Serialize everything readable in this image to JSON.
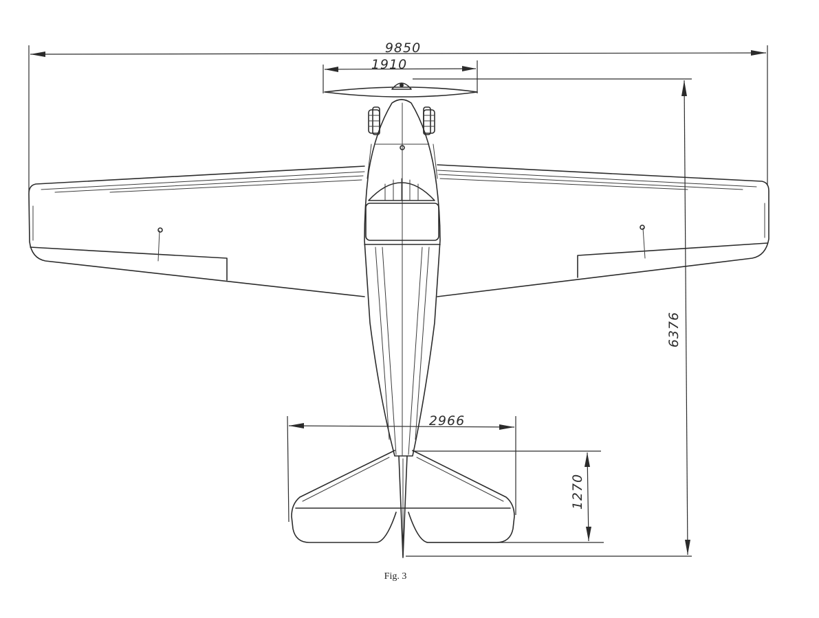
{
  "dimensions": {
    "wingspan": "9850",
    "propeller": "1910",
    "length": "6376",
    "tailspan": "2966",
    "tail_depth": "1270"
  },
  "caption": "Fig. 3"
}
